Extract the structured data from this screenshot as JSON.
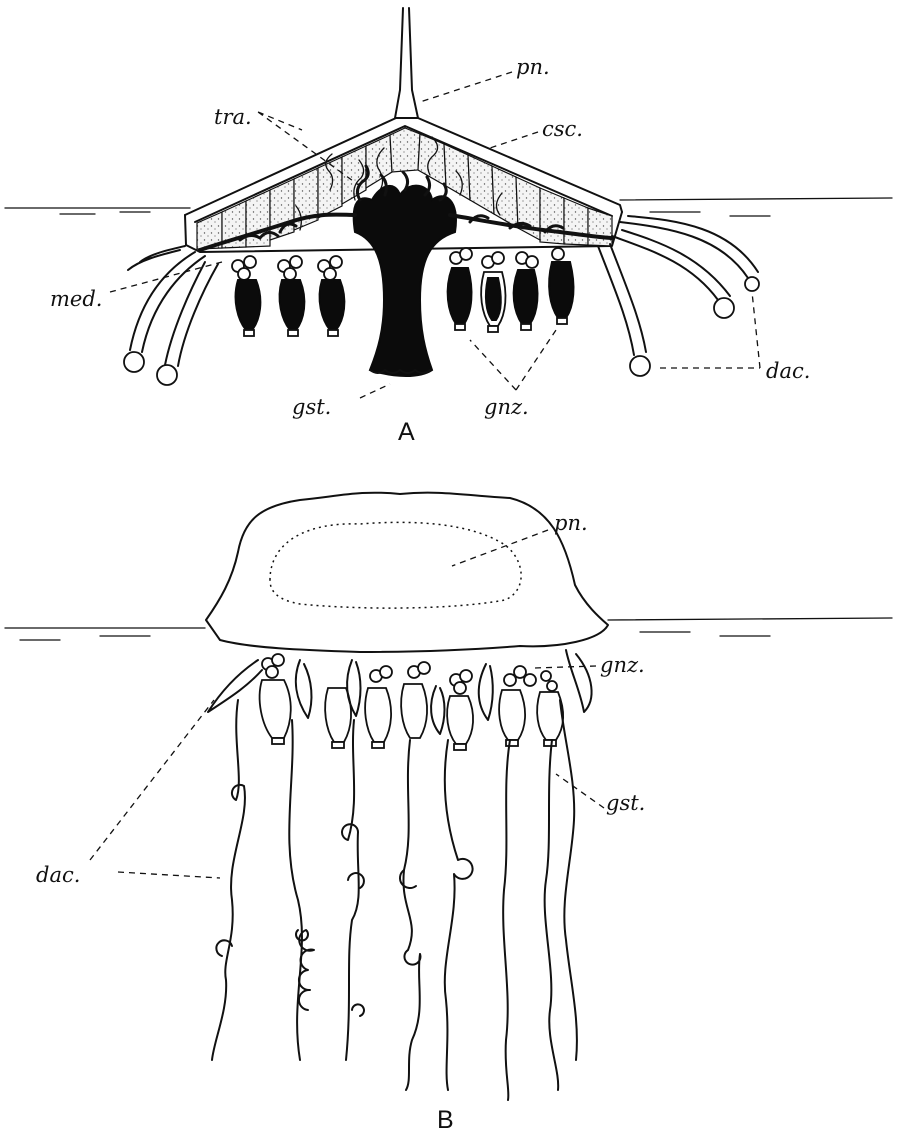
{
  "figure": {
    "panel_a": {
      "panel_label": "A",
      "labels": {
        "pn": "pn.",
        "tra": "tra.",
        "csc": "csc.",
        "med": "med.",
        "dac": "dac.",
        "gst": "gst.",
        "gnz": "gnz."
      }
    },
    "panel_b": {
      "panel_label": "B",
      "labels": {
        "pn": "pn.",
        "gnz": "gnz.",
        "gst": "gst.",
        "dac": "dac."
      }
    }
  }
}
